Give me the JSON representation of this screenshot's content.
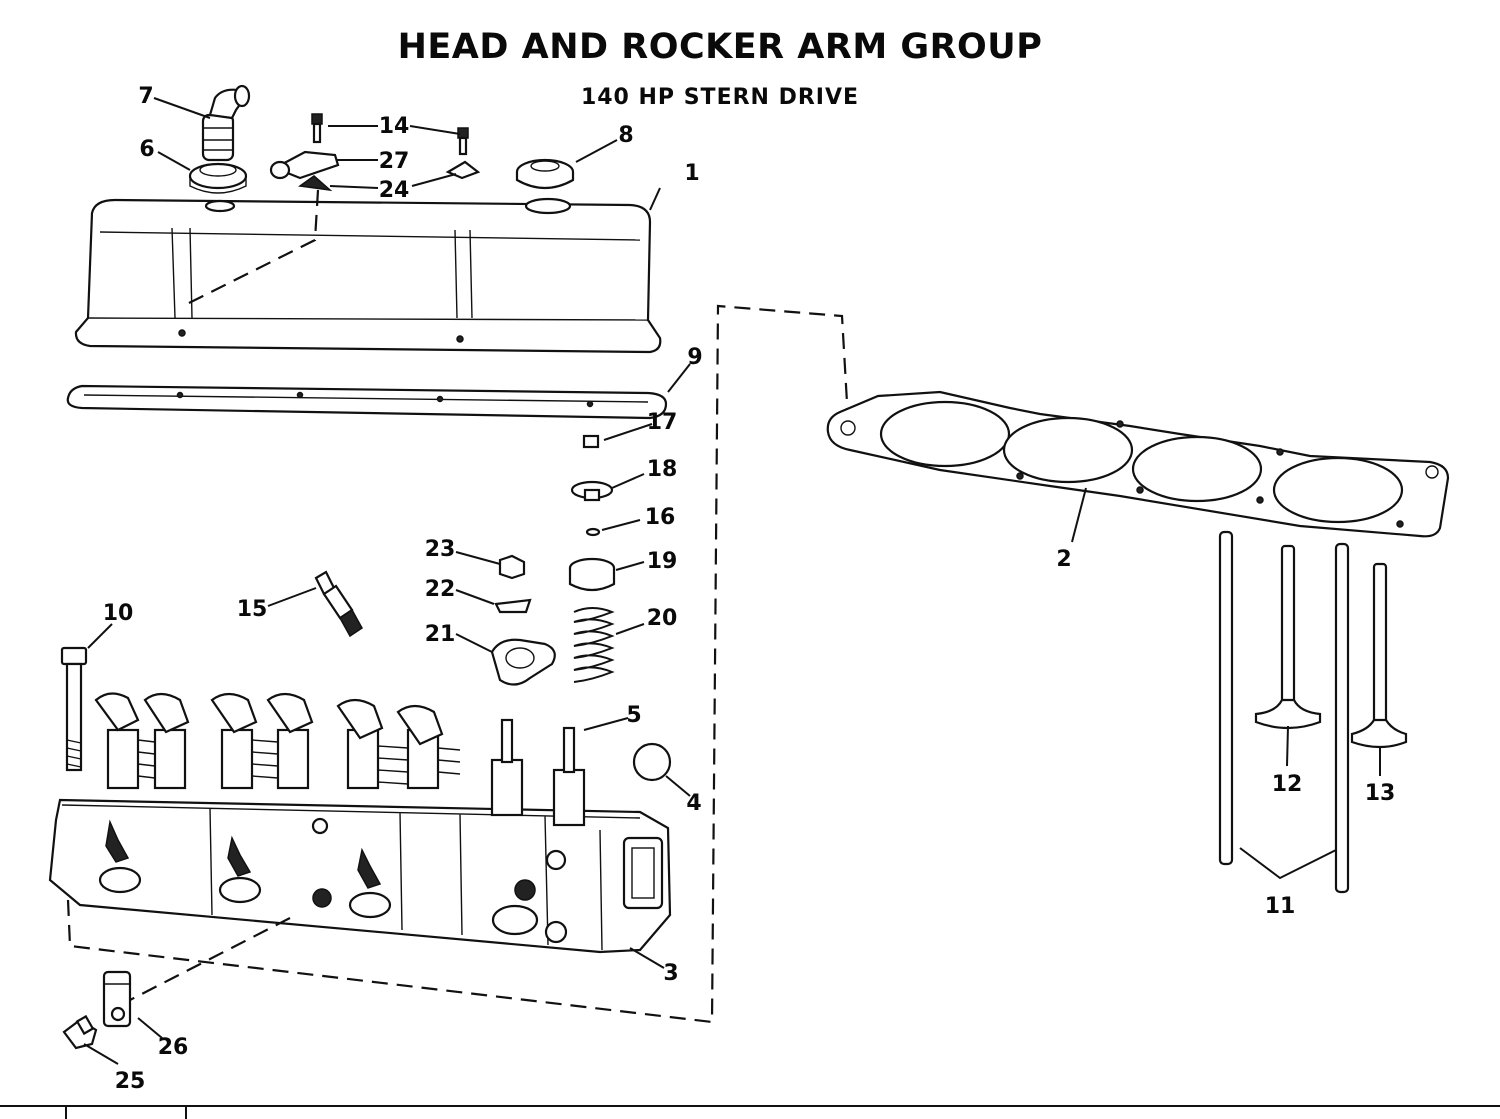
{
  "title": "HEAD AND ROCKER ARM GROUP",
  "subtitle": "140 HP STERN DRIVE",
  "callouts": {
    "c1": "1",
    "c2": "2",
    "c3": "3",
    "c4": "4",
    "c5": "5",
    "c6": "6",
    "c7": "7",
    "c8": "8",
    "c9": "9",
    "c10": "10",
    "c11": "11",
    "c12": "12",
    "c13": "13",
    "c14": "14",
    "c15": "15",
    "c16": "16",
    "c17": "17",
    "c18": "18",
    "c19": "19",
    "c20": "20",
    "c21": "21",
    "c22": "22",
    "c23": "23",
    "c24": "24",
    "c25": "25",
    "c26": "26",
    "c27": "27"
  }
}
